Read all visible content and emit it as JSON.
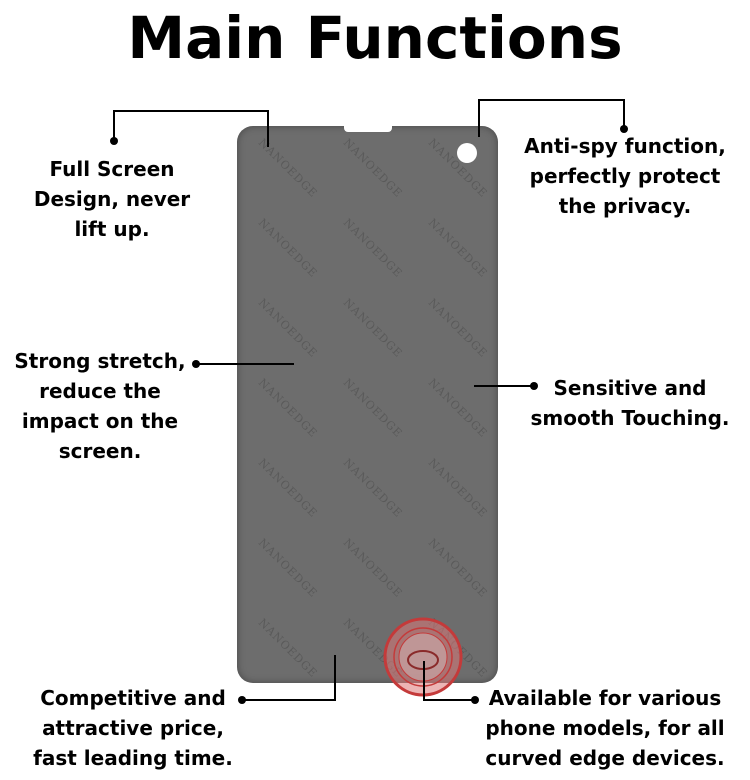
{
  "title": "Main Functions",
  "phone": {
    "watermark_text": "NANOEDGE",
    "screen_color": "#6d6d6d",
    "stamp_color": "#d13a3a"
  },
  "features": {
    "full_screen": [
      "Full Screen",
      "Design, never",
      "lift up."
    ],
    "anti_spy": [
      "Anti-spy function,",
      "perfectly protect",
      "the privacy."
    ],
    "stretch": [
      "Strong stretch,",
      "reduce the",
      "impact on the",
      "screen."
    ],
    "touch": [
      "Sensitive and",
      "smooth Touching."
    ],
    "price": [
      "Competitive and",
      "attractive price,",
      "fast leading time."
    ],
    "models": [
      "Available for various",
      "phone models, for all",
      "curved edge devices."
    ]
  }
}
